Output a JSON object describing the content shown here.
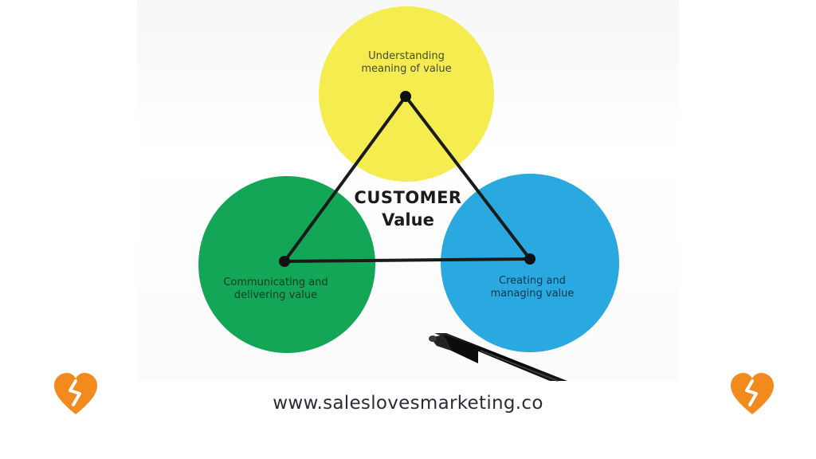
{
  "diagram": {
    "center_title_line1": "CUSTOMER",
    "center_title_line2": "Value",
    "nodes": [
      {
        "id": "understanding",
        "line1": "Understanding",
        "line2": "meaning of value",
        "color": "#f5ec4f"
      },
      {
        "id": "communicating",
        "line1": "Communicating and",
        "line2": "delivering value",
        "color": "#12a656"
      },
      {
        "id": "creating",
        "line1": "Creating and",
        "line2": "managing value",
        "color": "#2aa8e0"
      }
    ],
    "edge_color": "#1a1a1a",
    "marker_color": "#111111"
  },
  "footer": {
    "url": "www.saleslovesmarketing.co",
    "accent": "#f28a1e"
  }
}
